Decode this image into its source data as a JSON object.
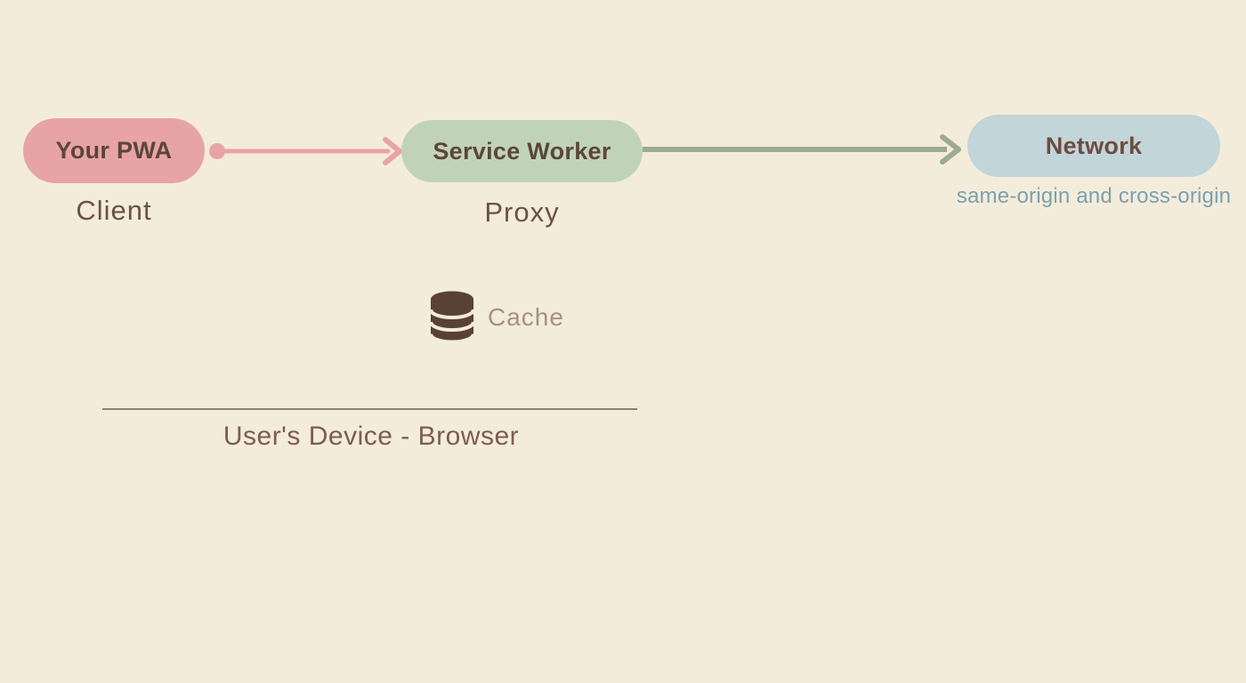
{
  "colors": {
    "background": "#f4ecdb",
    "pwa_pill": "#e8a3a6",
    "service_worker_pill": "#c1d3b7",
    "network_pill": "#c2d5d9",
    "pink_arrow": "#e8a3a6",
    "green_arrow": "#9dac8e",
    "pill_text": "#5a463c",
    "network_pill_text": "#6e4c41",
    "sublabel_text": "#6b5245",
    "origin_text": "#7ba1ae",
    "cache_icon": "#5a4135",
    "cache_text": "#a6917f",
    "device_line": "#947d70",
    "device_text": "#7c5d50"
  },
  "nodes": {
    "pwa": {
      "label": "Your PWA",
      "sublabel": "Client"
    },
    "service_worker": {
      "label": "Service Worker",
      "sublabel": "Proxy"
    },
    "network": {
      "label": "Network",
      "sublabel": "same-origin and cross-origin"
    }
  },
  "cache": {
    "label": "Cache",
    "icon": "database-icon"
  },
  "device": {
    "label": "User's Device - Browser"
  },
  "connectors": [
    {
      "from": "Your PWA",
      "to": "Service Worker",
      "style": "dot-line-arrow",
      "color": "#e8a3a6"
    },
    {
      "from": "Service Worker",
      "to": "Network",
      "style": "line-arrow",
      "color": "#9dac8e"
    }
  ]
}
